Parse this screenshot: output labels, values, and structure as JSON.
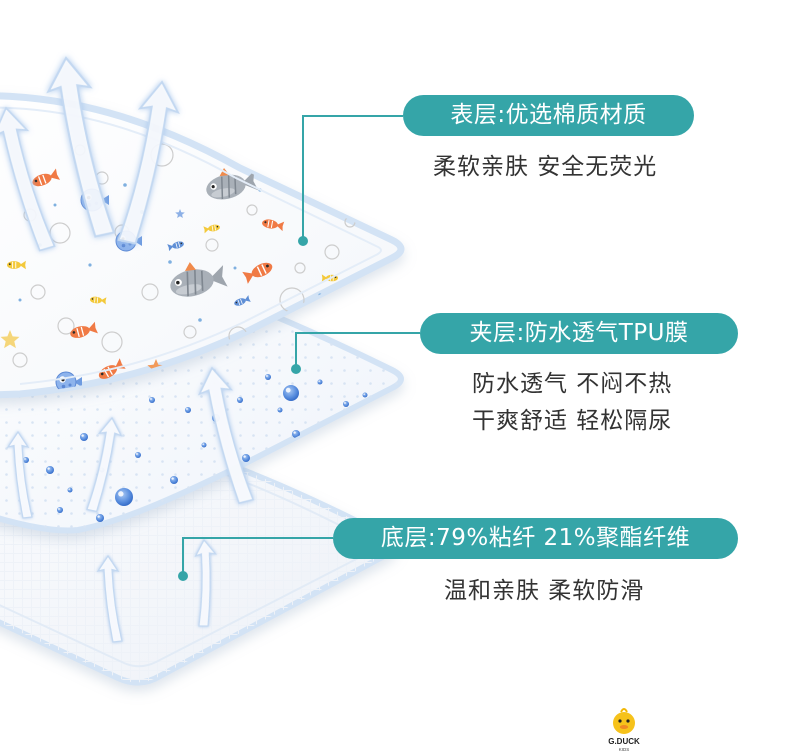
{
  "colors": {
    "accent": "#35a5a8",
    "text": "#333333",
    "pad_edge": "#d3e3f5",
    "droplet": "#3f7bd6"
  },
  "callouts": [
    {
      "label": "表层:优选棉质材质",
      "lines": [
        "柔软亲肤 安全无荧光"
      ]
    },
    {
      "label": "夹层:防水透气TPU膜",
      "lines": [
        "防水透气 不闷不热",
        "干爽舒适 轻松隔尿"
      ]
    },
    {
      "label": "底层:79%粘纤 21%聚酯纤维",
      "lines": [
        "温和亲肤 柔软防滑"
      ]
    }
  ],
  "brand": {
    "name": "G.DUCK",
    "sub": "KIDS"
  }
}
